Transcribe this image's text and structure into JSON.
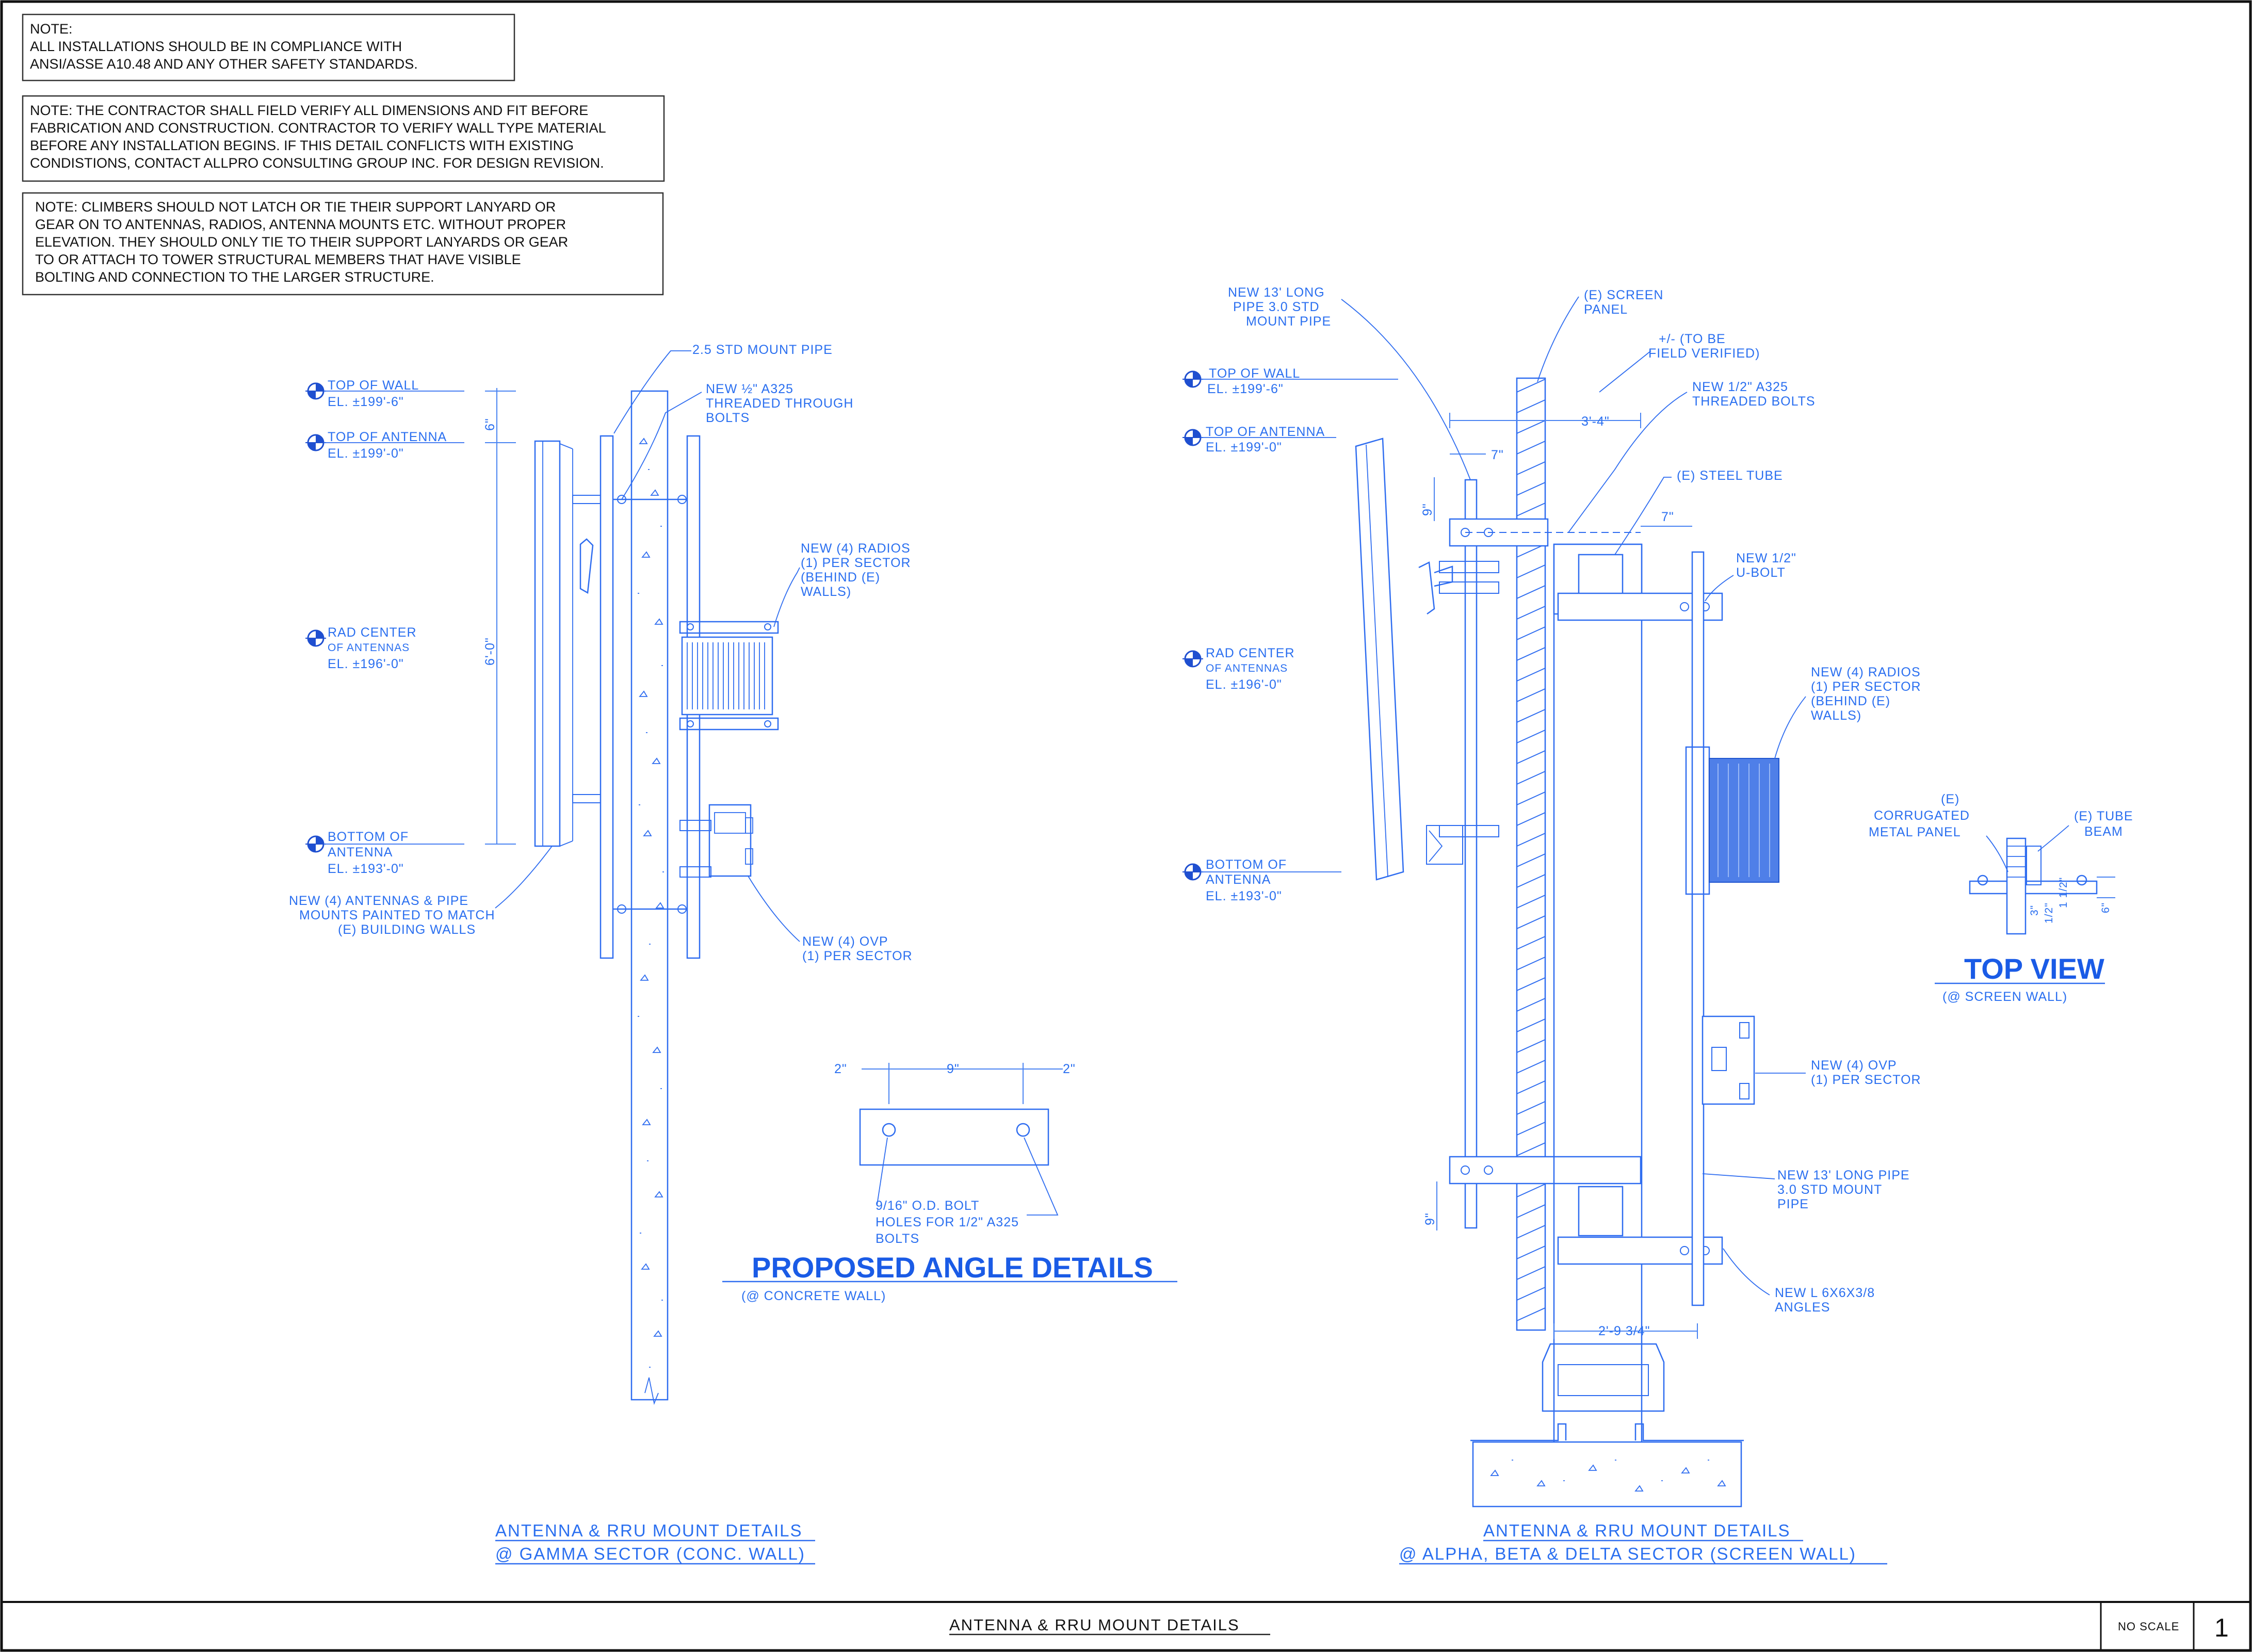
{
  "notes": [
    {
      "lines": [
        "NOTE:",
        "ALL INSTALLATIONS SHOULD BE IN COMPLIANCE WITH",
        "ANSI/ASSE A10.48 AND ANY OTHER SAFETY STANDARDS."
      ]
    },
    {
      "lines": [
        "NOTE: THE CONTRACTOR SHALL FIELD VERIFY ALL DIMENSIONS AND FIT BEFORE",
        "FABRICATION AND CONSTRUCTION. CONTRACTOR TO VERIFY WALL TYPE MATERIAL",
        "BEFORE ANY INSTALLATION BEGINS. IF THIS DETAIL CONFLICTS WITH EXISTING",
        "CONDISTIONS, CONTACT ALLPRO CONSULTING GROUP INC. FOR DESIGN REVISION."
      ]
    },
    {
      "lines": [
        "NOTE: CLIMBERS SHOULD NOT LATCH OR TIE THEIR SUPPORT LANYARD OR",
        "GEAR ON TO ANTENNAS, RADIOS, ANTENNA MOUNTS ETC. WITHOUT PROPER",
        "ELEVATION. THEY SHOULD ONLY TIE TO THEIR SUPPORT LANYARDS OR GEAR",
        "TO OR  ATTACH TO TOWER STRUCTURAL MEMBERS THAT HAVE VISIBLE",
        "BOLTING AND CONNECTION TO THE LARGER STRUCTURE."
      ]
    }
  ],
  "gamma": {
    "elevations": {
      "top_wall": {
        "label": "TOP OF WALL",
        "el": "EL. ±199'-6\""
      },
      "top_antenna": {
        "label": "TOP OF ANTENNA",
        "el": "EL. ±199'-0\""
      },
      "rad_center": {
        "label": "RAD CENTER",
        "sub": "OF ANTENNAS",
        "el": "EL. ±196'-0\""
      },
      "bottom_antenna": {
        "label1": "BOTTOM OF",
        "label2": "ANTENNA",
        "el": "EL. ±193'-0\""
      }
    },
    "callouts": {
      "mount_pipe": "2.5 STD MOUNT PIPE",
      "bolts": [
        "NEW ½\" A325",
        "THREADED THROUGH",
        "BOLTS"
      ],
      "radios": [
        "NEW (4) RADIOS",
        "(1) PER SECTOR",
        "(BEHIND (E)",
        "WALLS)"
      ],
      "antennas": [
        "NEW (4) ANTENNAS & PIPE",
        "MOUNTS PAINTED TO MATCH",
        "(E) BUILDING WALLS"
      ],
      "ovp": [
        "NEW (4) OVP",
        "(1) PER SECTOR"
      ]
    },
    "dims": {
      "top": "6\"",
      "span": "6'-0\""
    },
    "caption": [
      "ANTENNA & RRU MOUNT DETAILS",
      "@ GAMMA SECTOR (CONC. WALL)"
    ]
  },
  "angle_detail": {
    "dims": {
      "left": "2\"",
      "center": "9\"",
      "right": "2\""
    },
    "callout": [
      "9/16\" O.D. BOLT",
      "HOLES FOR 1/2\" A325",
      "BOLTS"
    ],
    "title": "PROPOSED ANGLE DETAILS",
    "subtitle": "(@ CONCRETE WALL)"
  },
  "alpha": {
    "elevations": {
      "top_wall": {
        "label": "TOP OF WALL",
        "el": "EL. ±199'-6\""
      },
      "top_antenna": {
        "label": "TOP OF ANTENNA",
        "el": "EL. ±199'-0\""
      },
      "rad_center": {
        "label": "RAD CENTER",
        "sub": "OF ANTENNAS",
        "el": "EL. ±196'-0\""
      },
      "bottom_antenna": {
        "label1": "BOTTOM OF",
        "label2": "ANTENNA",
        "el": "EL. ±193'-0\""
      }
    },
    "callouts": {
      "pipe_top": [
        "NEW 13' LONG",
        "PIPE 3.0 STD",
        "MOUNT PIPE"
      ],
      "screen_panel": [
        "(E) SCREEN",
        "PANEL"
      ],
      "field_verified": [
        "+/- (TO BE",
        "FIELD VERIFIED)"
      ],
      "bolts": [
        "NEW 1/2\" A325",
        "THREADED BOLTS"
      ],
      "steel_tube": "(E) STEEL TUBE",
      "ubolt": [
        "NEW 1/2\"",
        "U-BOLT"
      ],
      "radios": [
        "NEW (4) RADIOS",
        "(1) PER SECTOR",
        "(BEHIND (E)",
        "WALLS)"
      ],
      "ovp": [
        "NEW (4) OVP",
        "(1) PER SECTOR"
      ],
      "pipe_bottom": [
        "NEW 13' LONG PIPE",
        "3.0 STD MOUNT",
        "PIPE"
      ],
      "angles": [
        "NEW L 6X6X3/8",
        "ANGLES"
      ]
    },
    "dims": {
      "d1": "3'-4\"",
      "d2": "7\"",
      "d3": "9\"",
      "d4": "7\"",
      "d5": "9\"",
      "d6": "2'-9 3/4\""
    },
    "caption": [
      "ANTENNA & RRU MOUNT DETAILS",
      "@ ALPHA, BETA & DELTA SECTOR (SCREEN WALL)"
    ]
  },
  "top_view": {
    "callouts": {
      "panel": [
        "(E)",
        "CORRUGATED",
        "METAL PANEL"
      ],
      "tube": [
        "(E) TUBE",
        "BEAM"
      ]
    },
    "dims": {
      "a": "3\"",
      "b": "1/2\"",
      "c": "1 1/2\"",
      "d": "6\""
    },
    "title": "TOP VIEW",
    "subtitle": "(@ SCREEN WALL)"
  },
  "title_block": {
    "title": "ANTENNA & RRU MOUNT DETAILS",
    "scale": "NO SCALE",
    "number": "1"
  }
}
